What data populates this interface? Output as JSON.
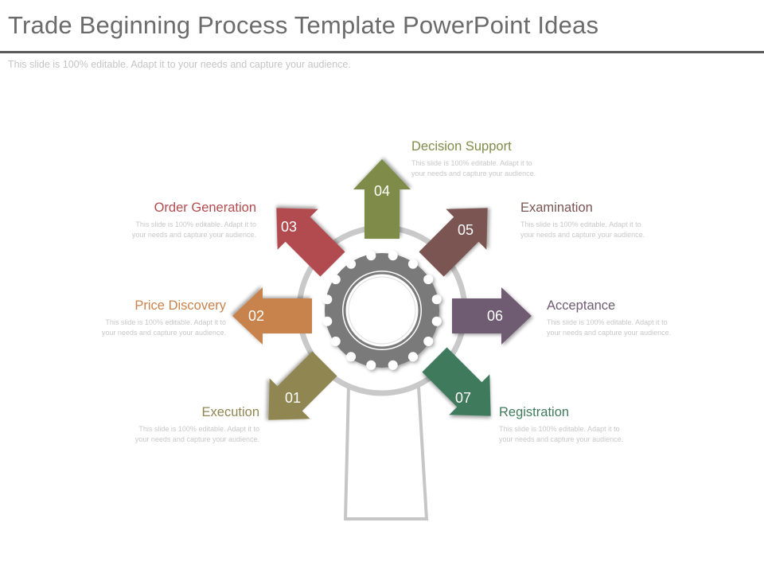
{
  "title": "Trade Beginning Process Template PowerPoint Ideas",
  "subtitle": "This slide is 100% editable. Adapt it to your needs and capture your audience.",
  "steps": [
    {
      "number": "01",
      "heading": "Execution",
      "desc_line1": "This slide is 100% editable. Adapt it to",
      "desc_line2": "your needs and capture your audience.",
      "color": "#8f8651"
    },
    {
      "number": "02",
      "heading": "Price Discovery",
      "desc_line1": "This slide is 100% editable. Adapt it to",
      "desc_line2": "your needs and capture your audience.",
      "color": "#c8834d"
    },
    {
      "number": "03",
      "heading": "Order Generation",
      "desc_line1": "This slide is 100% editable. Adapt it to",
      "desc_line2": "your needs and capture your audience.",
      "color": "#b24c4f"
    },
    {
      "number": "04",
      "heading": "Decision Support",
      "desc_line1": "This slide is 100% editable. Adapt it to",
      "desc_line2": "your needs and capture your audience.",
      "color": "#7f8c4a"
    },
    {
      "number": "05",
      "heading": "Examination",
      "desc_line1": "This slide is 100% editable. Adapt it to",
      "desc_line2": "your needs and capture your audience.",
      "color": "#7a5551"
    },
    {
      "number": "06",
      "heading": "Acceptance",
      "desc_line1": "This slide is 100% editable. Adapt it to",
      "desc_line2": "your needs and capture your audience.",
      "color": "#6f5c72"
    },
    {
      "number": "07",
      "heading": "Registration",
      "desc_line1": "This slide is 100% editable. Adapt it to",
      "desc_line2": "your needs and capture your audience.",
      "color": "#3f7a5c"
    }
  ]
}
